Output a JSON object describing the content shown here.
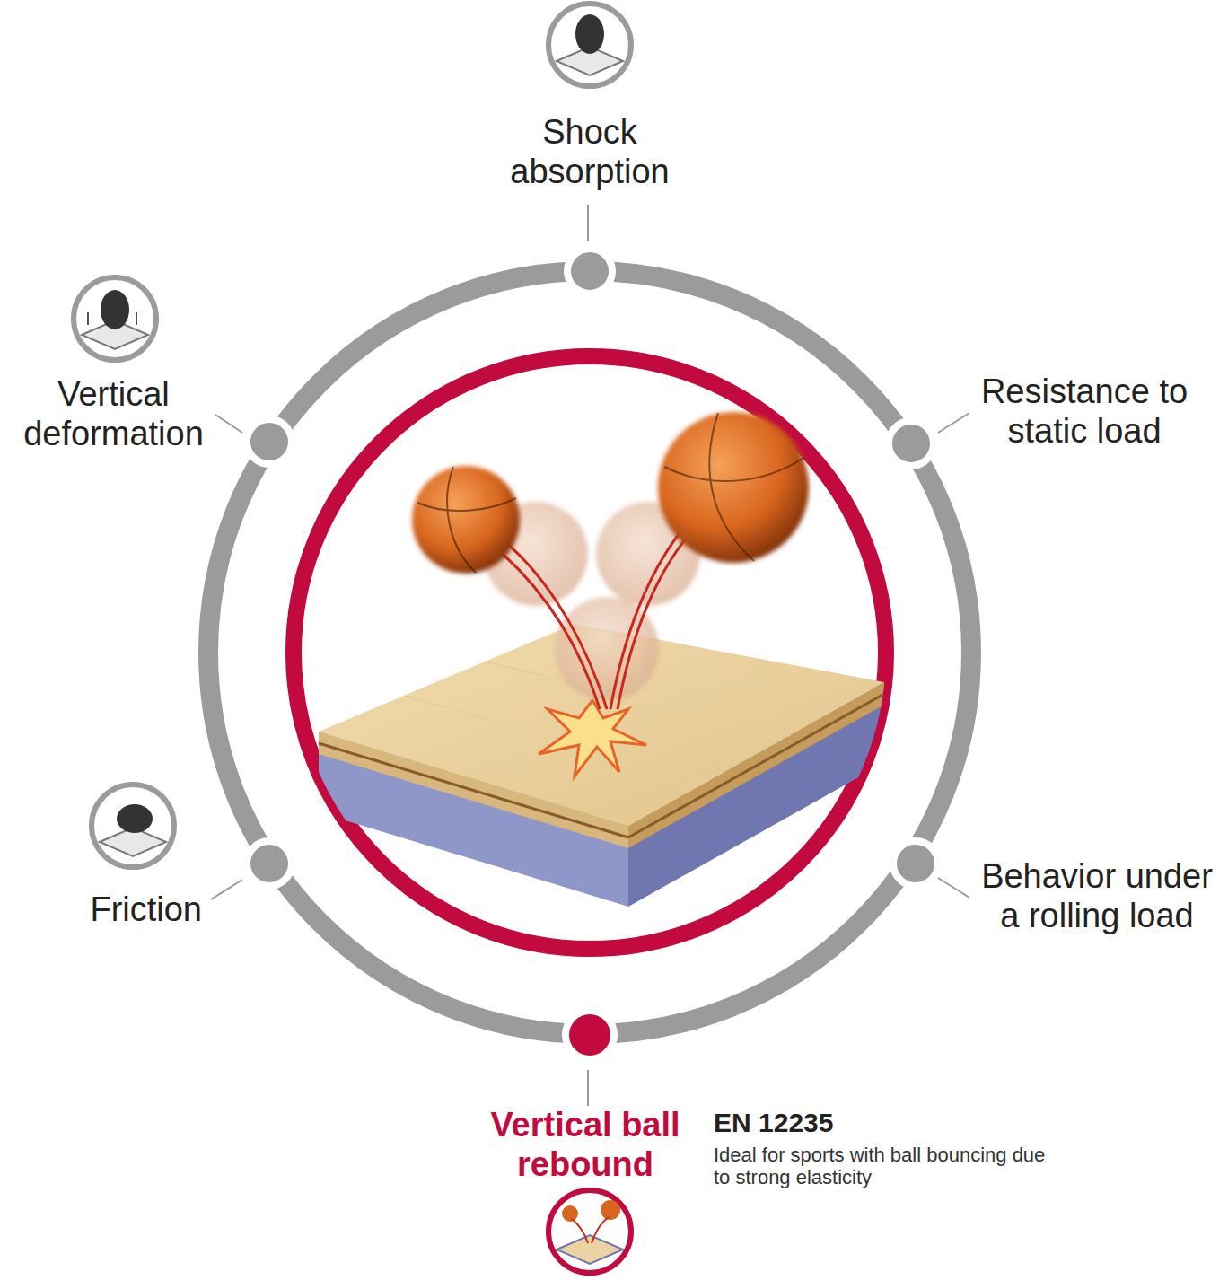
{
  "diagram": {
    "labels": [
      "Shock absorption",
      "Vertical deformation",
      "Resistance to static load",
      "Friction",
      "Behavior under a rolling load",
      "Vertical ball rebound",
      "EN 12235",
      "Ideal for sports with ball bouncing due to strong elasticity"
    ]
  }
}
